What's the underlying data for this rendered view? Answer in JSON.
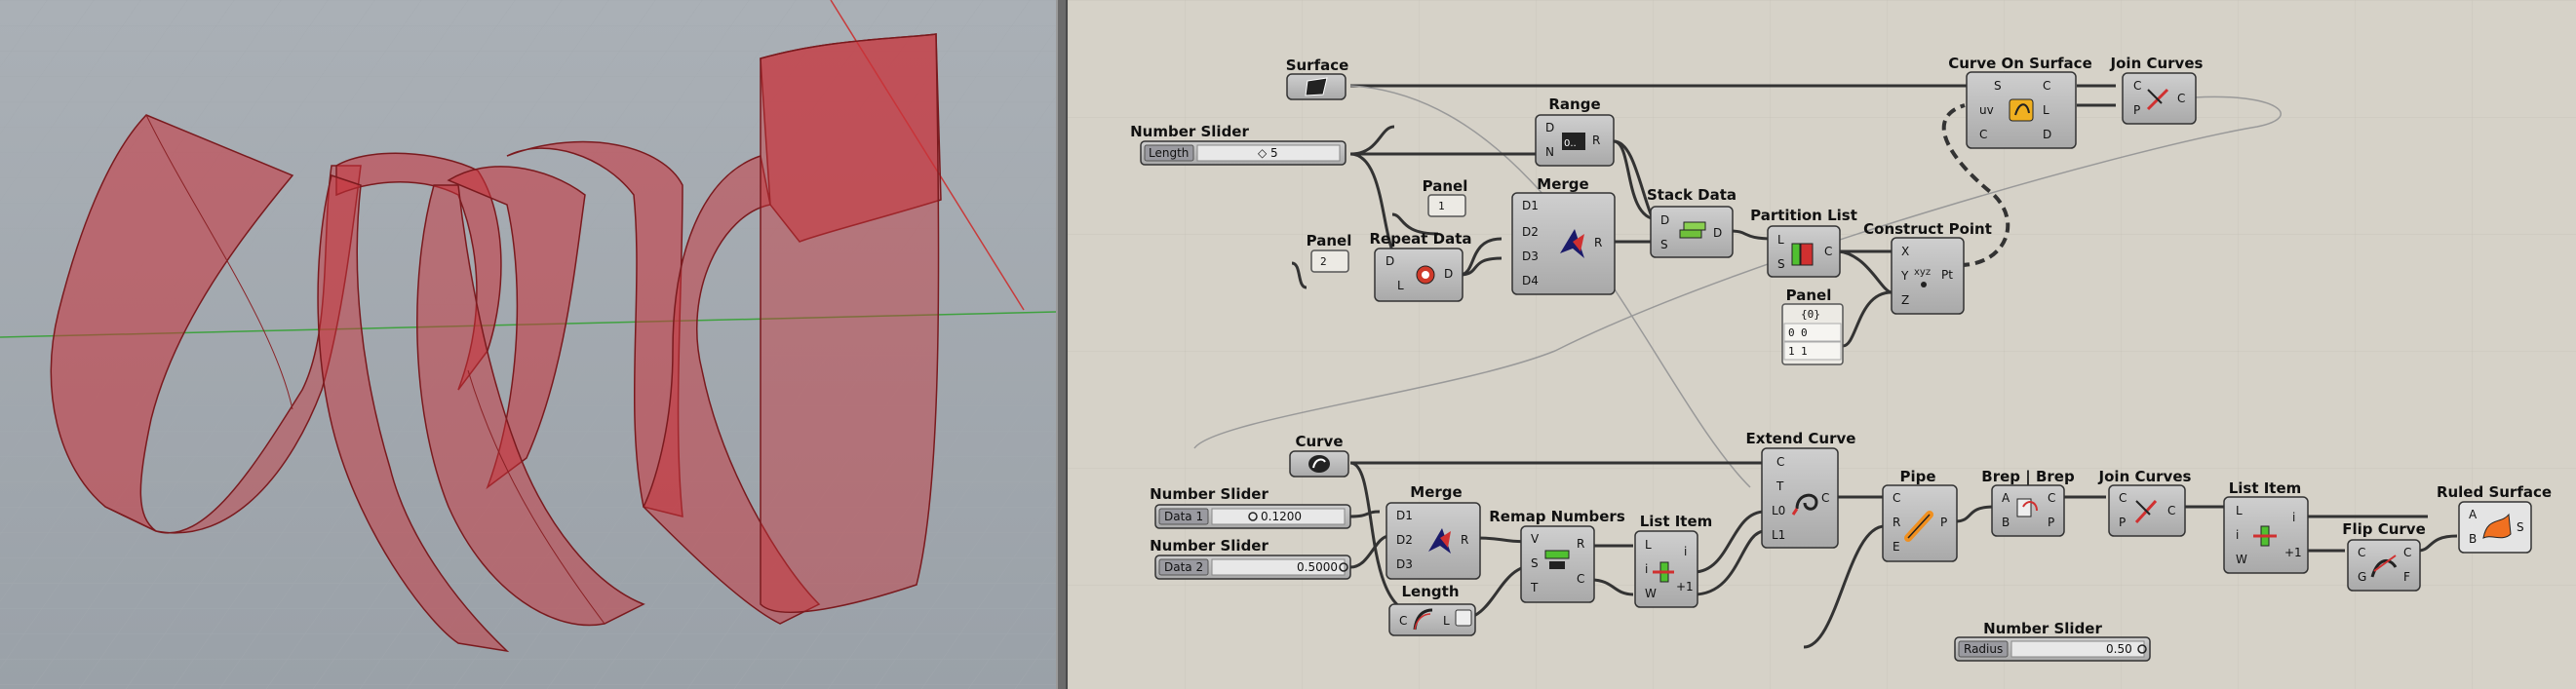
{
  "app": {
    "accent_colors": {
      "ribbon": "#c8323a",
      "canvas_bg": "#d6d2c8",
      "node_fill": "#b9b9b9",
      "wire": "#333333"
    }
  },
  "nodes": {
    "surface": {
      "title": "Surface",
      "icon": "surface-icon"
    },
    "range": {
      "title": "Range",
      "ports_in": [
        "D",
        "N"
      ],
      "ports_out": [
        "R"
      ],
      "icon": "range-icon"
    },
    "number_slider_length": {
      "title": "Number Slider",
      "label": "Length",
      "value": "◇ 5"
    },
    "panel_1": {
      "title": "Panel",
      "value": "1"
    },
    "merge_top": {
      "title": "Merge",
      "ports_in": [
        "D1",
        "D2",
        "D3",
        "D4"
      ],
      "ports_out": [
        "R"
      ],
      "icon": "merge-icon"
    },
    "panel_2": {
      "title": "Panel",
      "value": "2"
    },
    "repeat_data": {
      "title": "Repeat Data",
      "ports_in": [
        "D",
        "L"
      ],
      "ports_out": [
        "D"
      ],
      "icon": "repeat-icon"
    },
    "stack_data": {
      "title": "Stack Data",
      "ports_in": [
        "D",
        "S"
      ],
      "ports_out": [
        "D"
      ],
      "icon": "stack-icon"
    },
    "partition_list": {
      "title": "Partition List",
      "ports_in": [
        "L",
        "S"
      ],
      "ports_out": [
        "C"
      ],
      "icon": "partition-icon"
    },
    "construct_point": {
      "title": "Construct Point",
      "ports_in": [
        "X",
        "Y",
        "Z"
      ],
      "ports_out": [
        "Pt"
      ],
      "icon": "xyz-icon"
    },
    "panel_list": {
      "title": "Panel",
      "header": "{0}",
      "rows": [
        {
          "index": "0",
          "value": "0"
        },
        {
          "index": "1",
          "value": "1"
        }
      ]
    },
    "curve_on_surface": {
      "title": "Curve On Surface",
      "ports_in": [
        "S",
        "uv",
        "C"
      ],
      "ports_out": [
        "C",
        "L",
        "D"
      ],
      "icon": "curve-on-surface-icon"
    },
    "join_curves_top": {
      "title": "Join Curves",
      "ports_in": [
        "C",
        "P"
      ],
      "ports_out": [
        "C"
      ],
      "icon": "join-icon"
    },
    "curve": {
      "title": "Curve",
      "icon": "curve-icon"
    },
    "number_slider_data1": {
      "title": "Number Slider",
      "label": "Data 1",
      "value": "0.1200"
    },
    "number_slider_data2": {
      "title": "Number Slider",
      "label": "Data 2",
      "value": "0.5000"
    },
    "merge_bottom": {
      "title": "Merge",
      "ports_in": [
        "D1",
        "D2",
        "D3"
      ],
      "ports_out": [
        "R"
      ],
      "icon": "merge-icon"
    },
    "length": {
      "title": "Length",
      "ports_in": [
        "C"
      ],
      "ports_out": [
        "L"
      ],
      "icon": "length-icon"
    },
    "remap_numbers": {
      "title": "Remap Numbers",
      "ports_in": [
        "V",
        "S",
        "T"
      ],
      "ports_out": [
        "R",
        "C"
      ],
      "icon": "remap-icon"
    },
    "list_item_1": {
      "title": "List Item",
      "ports_in": [
        "L",
        "i",
        "W"
      ],
      "ports_out": [
        "i",
        "+1"
      ],
      "icon": "list-item-icon"
    },
    "extend_curve": {
      "title": "Extend Curve",
      "ports_in": [
        "C",
        "T",
        "L0",
        "L1"
      ],
      "ports_out": [
        "C"
      ],
      "icon": "extend-icon"
    },
    "number_slider_radius": {
      "title": "Number Slider",
      "label": "Radius",
      "value": "0.50"
    },
    "pipe": {
      "title": "Pipe",
      "ports_in": [
        "C",
        "R",
        "E"
      ],
      "ports_out": [
        "P"
      ],
      "icon": "pipe-icon"
    },
    "brep_brep": {
      "title": "Brep | Brep",
      "ports_in": [
        "A",
        "B"
      ],
      "ports_out": [
        "C",
        "P"
      ],
      "icon": "brep-icon"
    },
    "join_curves_bottom": {
      "title": "Join Curves",
      "ports_in": [
        "C",
        "P"
      ],
      "ports_out": [
        "C"
      ],
      "icon": "join-icon"
    },
    "list_item_2": {
      "title": "List Item",
      "ports_in": [
        "L",
        "i",
        "W"
      ],
      "ports_out": [
        "i",
        "+1"
      ],
      "icon": "list-item-icon"
    },
    "flip_curve": {
      "title": "Flip Curve",
      "ports_in": [
        "C",
        "G"
      ],
      "ports_out": [
        "C",
        "F"
      ],
      "icon": "flip-icon"
    },
    "ruled_surface": {
      "title": "Ruled Surface",
      "ports_in": [
        "A",
        "B"
      ],
      "ports_out": [
        "S"
      ],
      "icon": "ruled-surface-icon"
    }
  }
}
